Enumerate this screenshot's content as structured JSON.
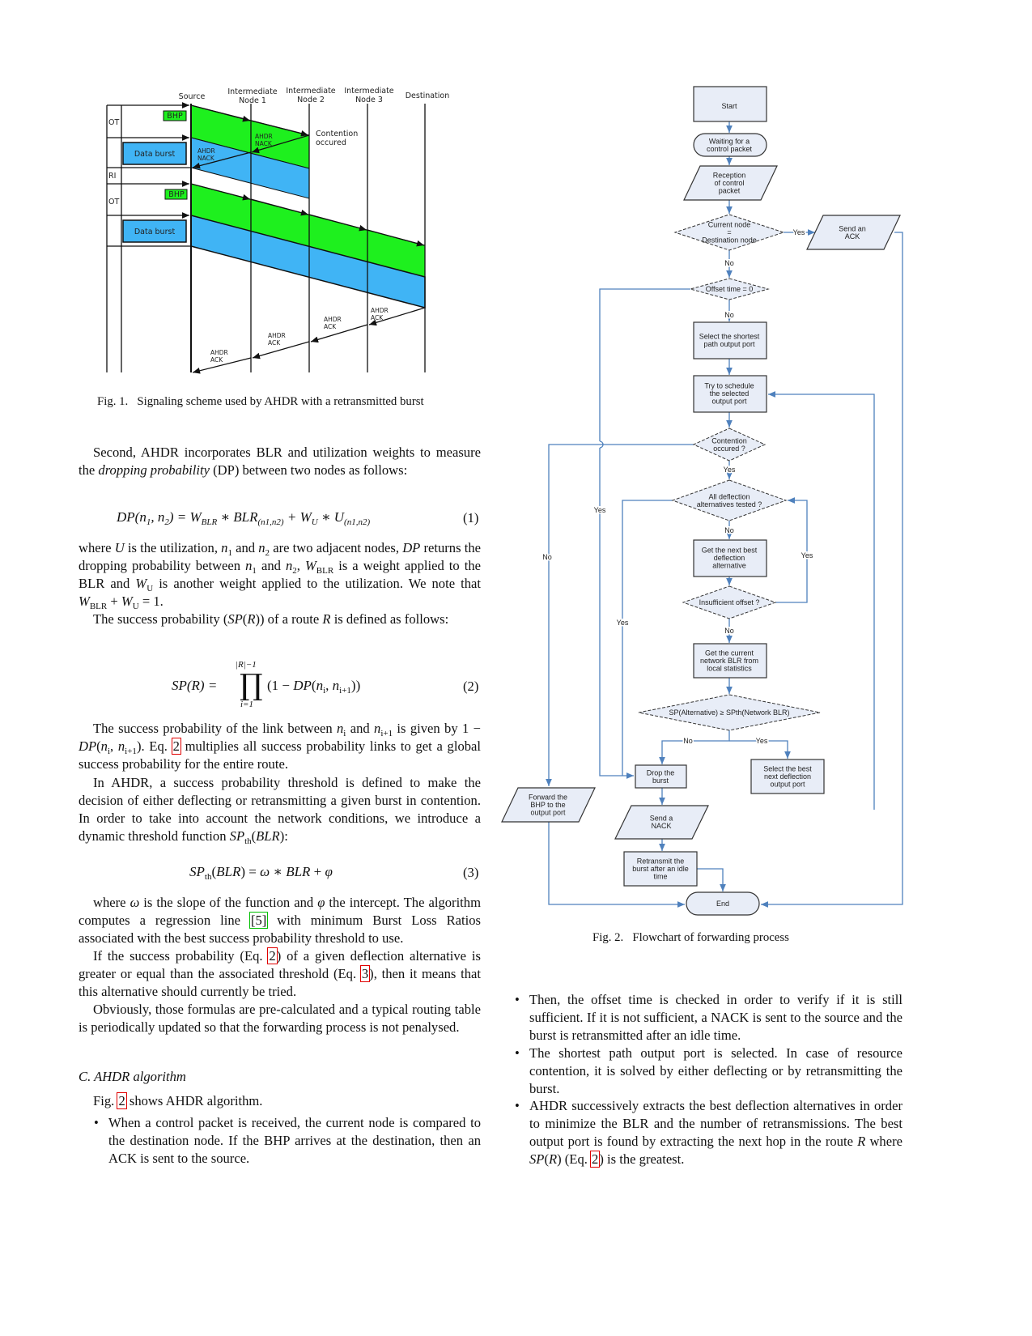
{
  "figure1": {
    "caption_label": "Fig. 1.",
    "caption": "Signaling scheme used by AHDR with a retransmitted burst",
    "headers": {
      "source": "Source",
      "node1": [
        "Intermediate",
        "Node 1"
      ],
      "node2": [
        "Intermediate",
        "Node 2"
      ],
      "node3": [
        "Intermediate",
        "Node 3"
      ],
      "destination": "Destination"
    },
    "row_labels": [
      "OT",
      "RI",
      "OT"
    ],
    "bhp": "BHP",
    "data_burst": "Data burst",
    "contention": [
      "Contention",
      "occured"
    ],
    "nack": [
      "AHDR",
      "NACK"
    ],
    "ack": [
      "AHDR",
      "ACK"
    ],
    "colors": {
      "bhp": "#1ef01e",
      "burst": "#40b4f5"
    }
  },
  "figure2": {
    "caption_label": "Fig. 2.",
    "caption": "Flowchart of forwarding process",
    "nodes": {
      "start": [
        "Start"
      ],
      "waiting": [
        "Waiting for a",
        "control packet"
      ],
      "reception": [
        "Reception",
        "of control",
        "packet"
      ],
      "current": [
        "Current node",
        "=",
        "Destination node"
      ],
      "send_ack": [
        "Send an",
        "ACK"
      ],
      "offset": [
        "Offset time = 0"
      ],
      "shortest": [
        "Select the shortest",
        "path output port"
      ],
      "try": [
        "Try to schedule",
        "the selected",
        "output port"
      ],
      "contention": [
        "Contention",
        "occured ?"
      ],
      "all_tested": [
        "All deflection",
        "alternatives tested ?"
      ],
      "next_best": [
        "Get the next best",
        "deflection",
        "alternative"
      ],
      "insufficient": [
        "Insufficient offset ?"
      ],
      "blr": [
        "Get the current",
        "network BLR from",
        "local statistics"
      ],
      "sp": [
        "SP(Alternative) ≥ SPth(Network BLR)"
      ],
      "drop": [
        "Drop the",
        "burst"
      ],
      "select_best": [
        "Select the best",
        "next deflection",
        "output port"
      ],
      "forward": [
        "Forward the",
        "BHP to the",
        "output port"
      ],
      "nack": [
        "Send a",
        "NACK"
      ],
      "retransmit": [
        "Retransmit the",
        "burst after an idle",
        "time"
      ],
      "end": [
        "End"
      ]
    },
    "yes": "Yes",
    "no": "No",
    "line_color": "#4f81bd",
    "box_color": "#e8edf7"
  },
  "left_column": {
    "p1": [
      "Second, AHDR incorporates BLR and utilization weights to measure the ",
      [
        "dropping probability",
        "i"
      ],
      " (DP) between two nodes as follows:"
    ],
    "eq1": [
      [
        "DP",
        "i"
      ],
      "(",
      [
        "n",
        "i"
      ],
      [
        "1",
        "sub"
      ],
      ", ",
      [
        "n",
        "i"
      ],
      [
        "2",
        "sub"
      ],
      ") = ",
      [
        "W",
        "i"
      ],
      [
        "BLR",
        "sub"
      ],
      " ∗ ",
      [
        "BLR",
        "i"
      ],
      [
        "(n1,n2)",
        "sub"
      ],
      " + ",
      [
        "W",
        "i"
      ],
      [
        "U",
        "sub"
      ],
      " ∗ ",
      [
        "U",
        "i"
      ],
      [
        "(n1,n2)",
        "sub"
      ]
    ],
    "eq1_num": "(1)",
    "p2": [
      "where ",
      [
        "U",
        "i"
      ],
      " is the utilization, ",
      [
        "n",
        "i"
      ],
      [
        "1",
        "sub"
      ],
      " and ",
      [
        "n",
        "i"
      ],
      [
        "2",
        "sub"
      ],
      " are two adjacent nodes, ",
      [
        "DP",
        "i"
      ],
      " returns the dropping probability between ",
      [
        "n",
        "i"
      ],
      [
        "1",
        "sub"
      ],
      " and ",
      [
        "n",
        "i"
      ],
      [
        "2",
        "sub"
      ],
      ", ",
      [
        "W",
        "i"
      ],
      [
        "BLR",
        "sub"
      ],
      " is a weight applied to the BLR and ",
      [
        "W",
        "i"
      ],
      [
        "U",
        "sub"
      ],
      " is another weight applied to the utilization. We note that ",
      [
        "W",
        "i"
      ],
      [
        "BLR",
        "sub"
      ],
      " + ",
      [
        "W",
        "i"
      ],
      [
        "U",
        "sub"
      ],
      " = 1."
    ],
    "p3": [
      "The success probability (",
      [
        "SP",
        "i"
      ],
      "(",
      [
        "R",
        "i"
      ],
      ")) of a route ",
      [
        "R",
        "i"
      ],
      " is defined as follows:"
    ],
    "eq2_lhs": "SP(R) =",
    "eq2_top": "|R|−1",
    "eq2_prod": "∏",
    "eq2_bottom": "i=1",
    "eq2_rhs": [
      "(1 − ",
      [
        "DP",
        "i"
      ],
      "(",
      [
        "n",
        "i"
      ],
      [
        "i",
        "sub"
      ],
      ", ",
      [
        "n",
        "i"
      ],
      [
        "i+1",
        "sub"
      ],
      "))"
    ],
    "eq2_num": "(2)",
    "p4": [
      "The success probability of the link between ",
      [
        "n",
        "i"
      ],
      [
        "i",
        "sub"
      ],
      " and ",
      [
        "n",
        "i"
      ],
      [
        "i+1",
        "sub"
      ],
      " is given by 1 − ",
      [
        "DP",
        "i"
      ],
      "(",
      [
        "n",
        "i"
      ],
      [
        "i",
        "sub"
      ],
      ", ",
      [
        "n",
        "i"
      ],
      [
        "i+1",
        "sub"
      ],
      "). Eq. ",
      [
        "2",
        "link"
      ],
      " multiplies all success probability links to get a global success probability for the entire route."
    ],
    "p5": [
      "In AHDR, a success probability threshold is defined to make the decision of either deflecting or retransmitting a given burst in contention. In order to take into account the network conditions, we introduce a dynamic threshold function ",
      [
        "SP",
        "i"
      ],
      [
        "th",
        "sub"
      ],
      "(",
      [
        "BLR",
        "i"
      ],
      "):"
    ],
    "eq3": [
      [
        "SP",
        "i"
      ],
      [
        "th",
        "sub"
      ],
      "(",
      [
        "BLR",
        "i"
      ],
      ") = ",
      [
        "ω",
        "i"
      ],
      " ∗ ",
      [
        "BLR",
        "i"
      ],
      " + ",
      [
        "φ",
        "i"
      ]
    ],
    "eq3_num": "(3)",
    "p6": [
      "where ",
      [
        "ω",
        "i"
      ],
      " is the slope of the function and ",
      [
        "φ",
        "i"
      ],
      " the intercept. The algorithm computes a regression line ",
      [
        "[5]",
        "linkg"
      ],
      " with minimum Burst Loss Ratios associated with the best success probability threshold to use."
    ],
    "p7": [
      "If the success probability (Eq. ",
      [
        "2",
        "link"
      ],
      ") of a given deflection alternative is greater or equal than the associated threshold (Eq. ",
      [
        "3",
        "link"
      ],
      "), then it means that this alternative should currently be tried."
    ],
    "p8": [
      "Obviously, those formulas are pre-calculated and a typical routing table is periodically updated so that the forwarding process is not penalysed."
    ],
    "heading": "C. AHDR algorithm",
    "p9": [
      "Fig. ",
      [
        "2",
        "link"
      ],
      " shows AHDR algorithm."
    ],
    "bullet1": [
      "When a control packet is received, the current node is compared to the destination node. If the BHP arrives at the destination, then an ACK is sent to the source."
    ]
  },
  "right_column": {
    "bullet2": [
      "Then, the offset time is checked in order to verify if it is still sufficient. If it is not sufficient, a NACK is sent to the source and the burst is retransmitted after an idle time."
    ],
    "bullet3": [
      "The shortest path output port is selected. In case of resource contention, it is solved by either deflecting or by retransmitting the burst."
    ],
    "bullet4": [
      "AHDR successively extracts the best deflection alternatives in order to minimize the BLR and the number of retransmissions. The best output port is found by extracting the next hop in the route ",
      [
        "R",
        "i"
      ],
      " where ",
      [
        "SP",
        "i"
      ],
      "(",
      [
        "R",
        "i"
      ],
      ") (Eq. ",
      [
        "2",
        "link"
      ],
      ") is the greatest."
    ]
  }
}
